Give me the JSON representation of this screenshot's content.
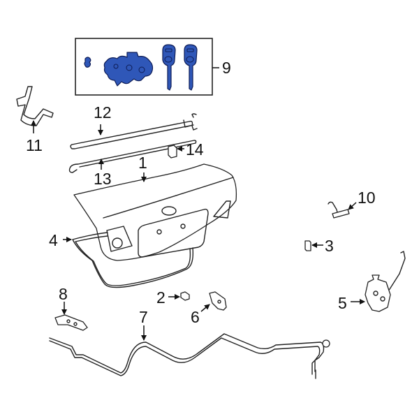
{
  "diagram": {
    "type": "exploded-parts-diagram",
    "subject": "Trunk lid and lock assembly",
    "colors": {
      "line": "#222222",
      "highlight_blue": "#2f57b8",
      "highlight_outline": "#0e1c55",
      "background": "#ffffff"
    },
    "callouts": [
      {
        "number": "1",
        "part": "trunk-lid"
      },
      {
        "number": "2",
        "part": "nut"
      },
      {
        "number": "3",
        "part": "clip"
      },
      {
        "number": "4",
        "part": "weatherstrip"
      },
      {
        "number": "5",
        "part": "lock-actuator"
      },
      {
        "number": "6",
        "part": "hinge-bracket"
      },
      {
        "number": "7",
        "part": "release-cable"
      },
      {
        "number": "8",
        "part": "release-handle-bracket"
      },
      {
        "number": "9",
        "part": "lock-cylinder-and-keys-set"
      },
      {
        "number": "10",
        "part": "opener-switch"
      },
      {
        "number": "11",
        "part": "hinge"
      },
      {
        "number": "12",
        "part": "torsion-bar"
      },
      {
        "number": "13",
        "part": "torsion-bar"
      },
      {
        "number": "14",
        "part": "bumper"
      }
    ]
  }
}
